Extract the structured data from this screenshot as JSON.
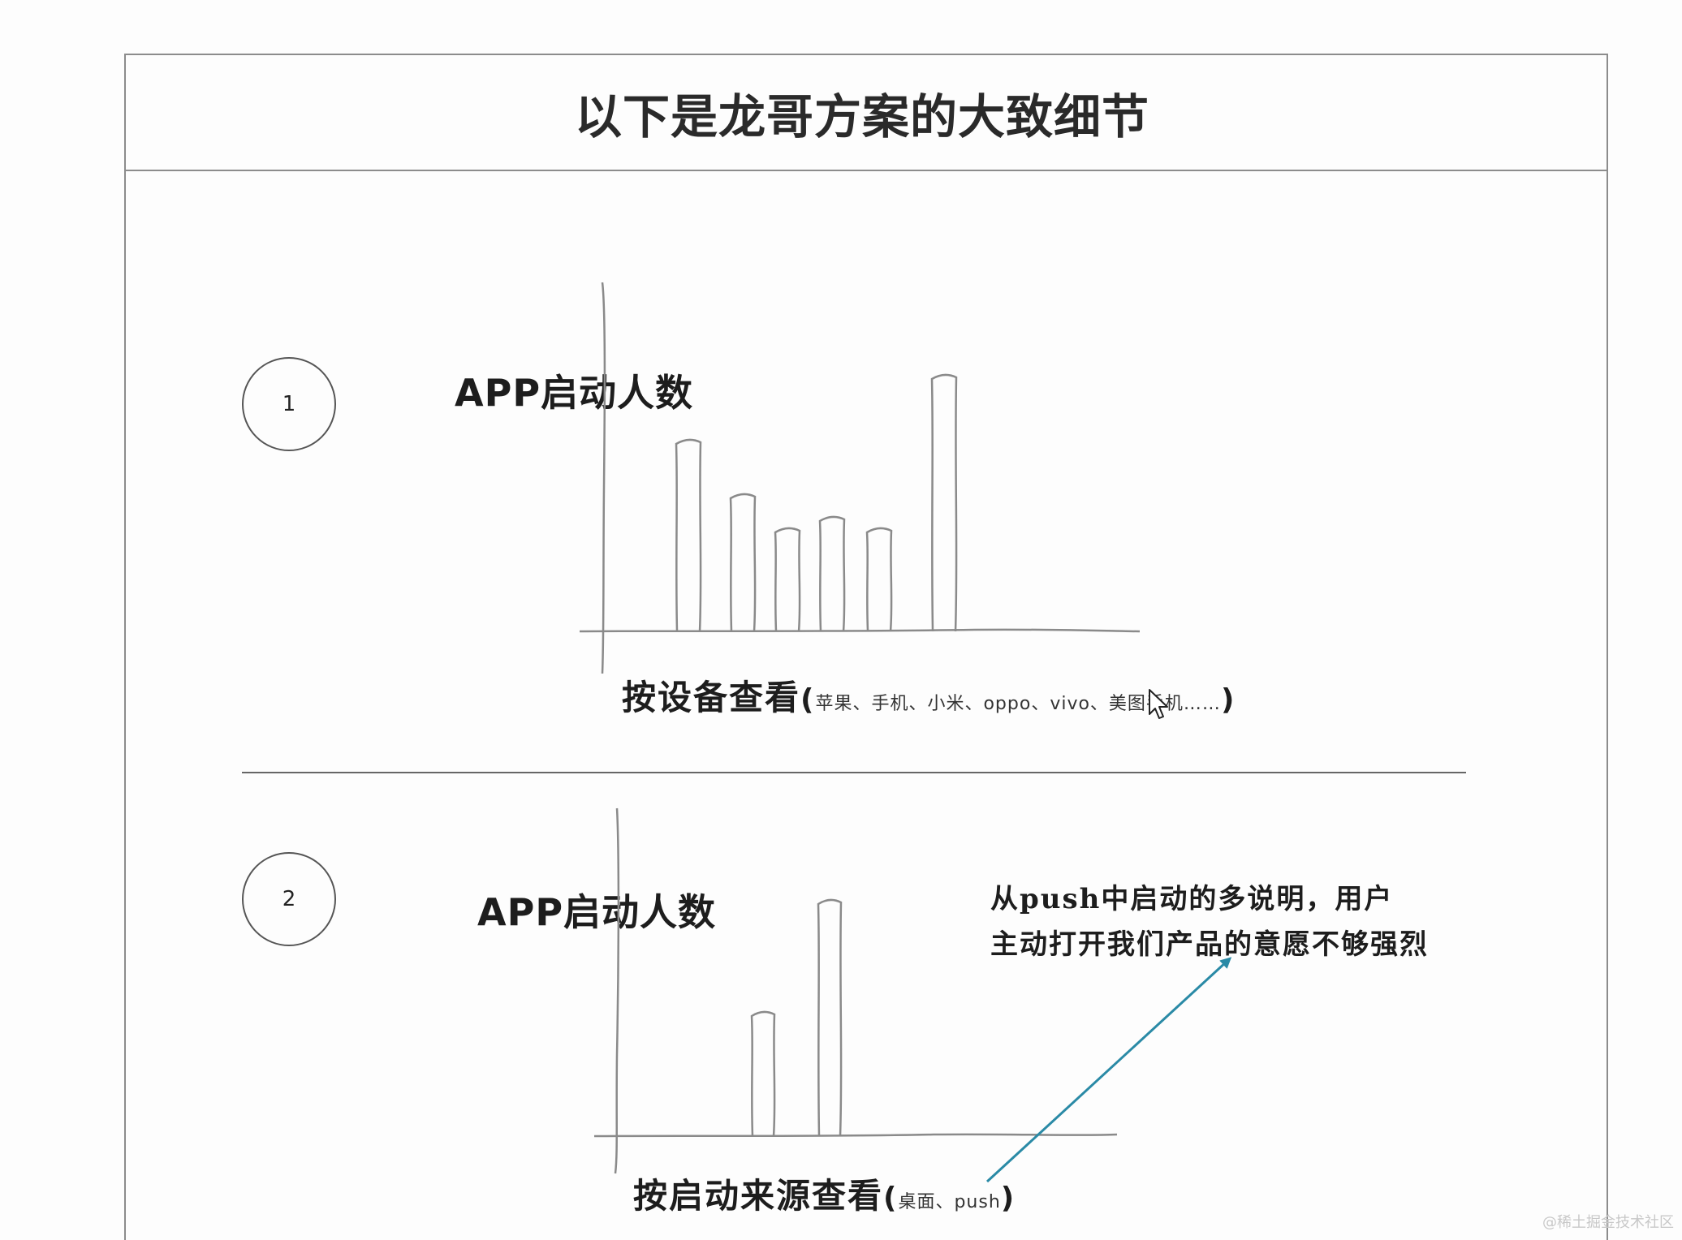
{
  "title": "以下是龙哥方案的大致细节",
  "watermark": "@稀土掘金技术社区",
  "sections": [
    {
      "badge": "1",
      "chart_title": "APP启动人数",
      "axis_caption_main": "按设备查看",
      "axis_caption_detail": "苹果、手机、小米、oppo、vivo、美图手机……"
    },
    {
      "badge": "2",
      "chart_title": "APP启动人数",
      "axis_caption_main": "按启动来源查看",
      "axis_caption_detail": "桌面、push"
    }
  ],
  "annotation": {
    "line1": "从push中启动的多说明，用户",
    "line2": "主动打开我们产品的意愿不够强烈",
    "arrow_color": "#2a8aa6"
  },
  "chart_data": [
    {
      "type": "bar",
      "title": "APP启动人数",
      "xlabel": "按设备查看(苹果、手机、小米、oppo、vivo、美图手机……)",
      "categories": [
        "苹果",
        "手机",
        "小米",
        "oppo",
        "vivo",
        "美图手机"
      ],
      "values": [
        235,
        168,
        126,
        140,
        126,
        315
      ],
      "ylim": [
        0,
        330
      ],
      "grid": false
    },
    {
      "type": "bar",
      "title": "APP启动人数",
      "xlabel": "按启动来源查看(桌面、push)",
      "categories": [
        "桌面",
        "push"
      ],
      "values": [
        152,
        290
      ],
      "ylim": [
        0,
        400
      ],
      "grid": false
    }
  ]
}
